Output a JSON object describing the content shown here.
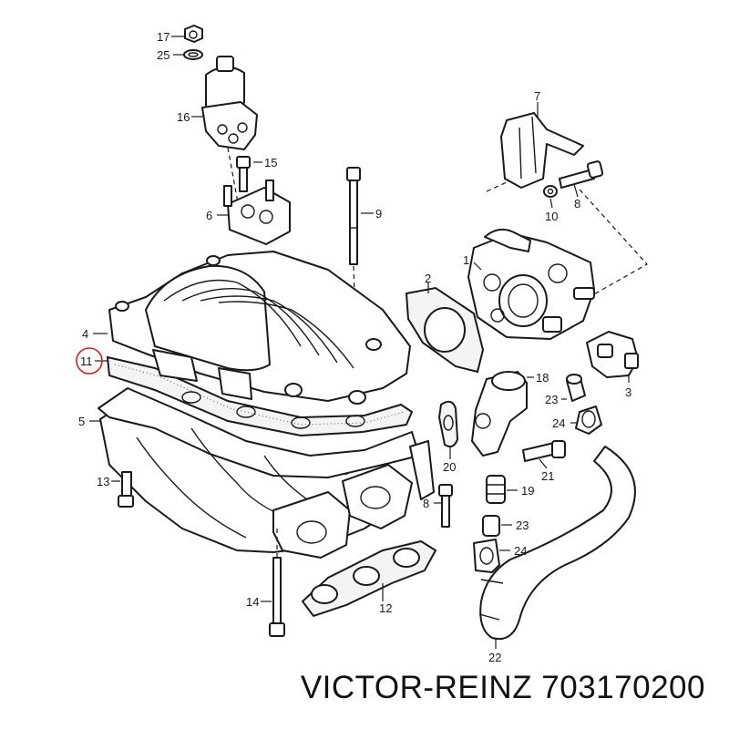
{
  "caption": "VICTOR-REINZ 703170200",
  "highlight_color": "#d42020",
  "highlighted_callout": "11",
  "callouts": {
    "c1": "1",
    "c2": "2",
    "c3": "3",
    "c4": "4",
    "c5": "5",
    "c6": "6",
    "c7": "7",
    "c8a": "8",
    "c8b": "8",
    "c9": "9",
    "c10": "10",
    "c11": "11",
    "c12": "12",
    "c13": "13",
    "c14": "14",
    "c15": "15",
    "c16": "16",
    "c17": "17",
    "c18": "18",
    "c19": "19",
    "c20": "20",
    "c21": "21",
    "c22": "22",
    "c23a": "23",
    "c23b": "23",
    "c24a": "24",
    "c24b": "24",
    "c25": "25"
  }
}
